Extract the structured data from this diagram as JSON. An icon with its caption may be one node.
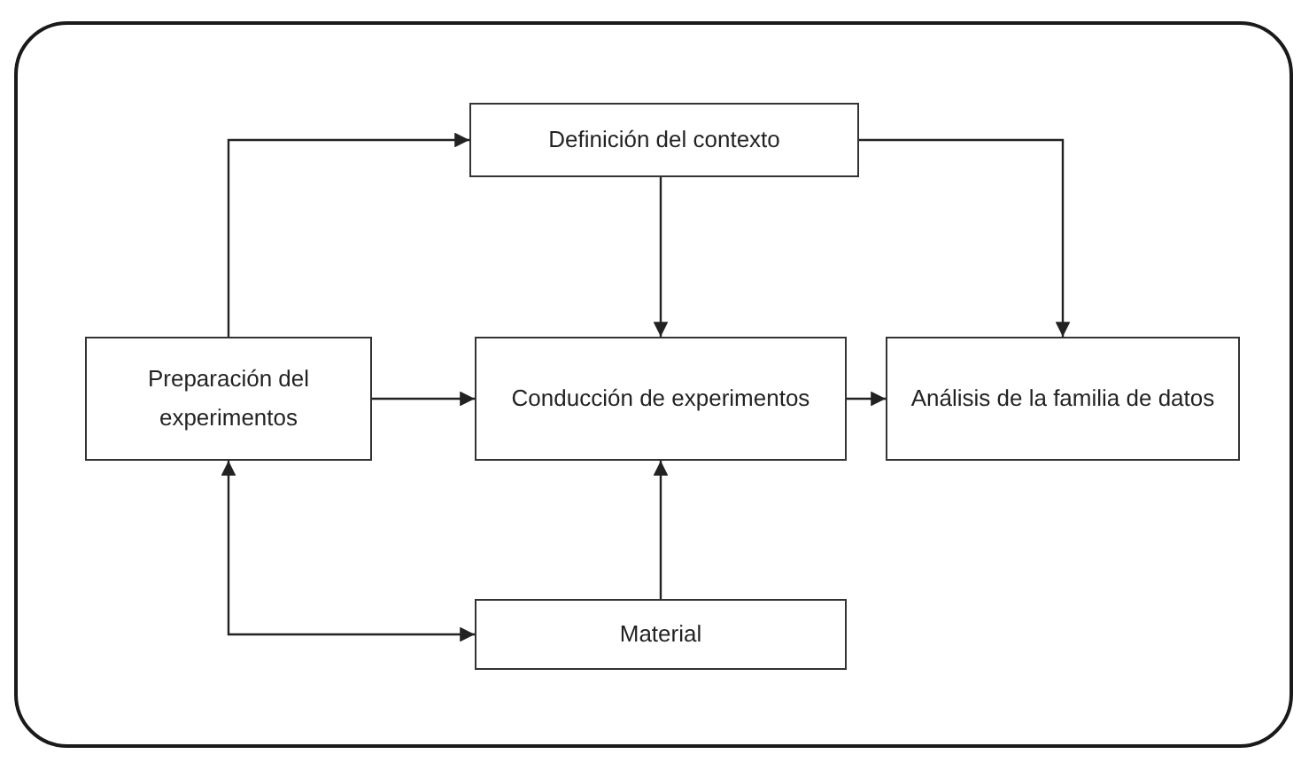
{
  "diagram": {
    "nodes": [
      {
        "text": [
          "Definición del contexto"
        ]
      },
      {
        "text": [
          "Preparación del experimentos"
        ]
      },
      {
        "text": [
          "Conducción de experimentos"
        ]
      },
      {
        "text": [
          "Análisis de la familia de datos"
        ]
      },
      {
        "text": [
          "Material"
        ]
      }
    ],
    "edges": [
      {
        "from": 1,
        "to": 0,
        "arrow": "to"
      },
      {
        "from": 0,
        "to": 2,
        "arrow": "to"
      },
      {
        "from": 0,
        "to": 3,
        "arrow": "to"
      },
      {
        "from": 1,
        "to": 2,
        "arrow": "to"
      },
      {
        "from": 2,
        "to": 3,
        "arrow": "to"
      },
      {
        "from": 4,
        "to": 2,
        "arrow": "to"
      },
      {
        "from": 4,
        "to": 1,
        "arrow": "both"
      }
    ]
  }
}
